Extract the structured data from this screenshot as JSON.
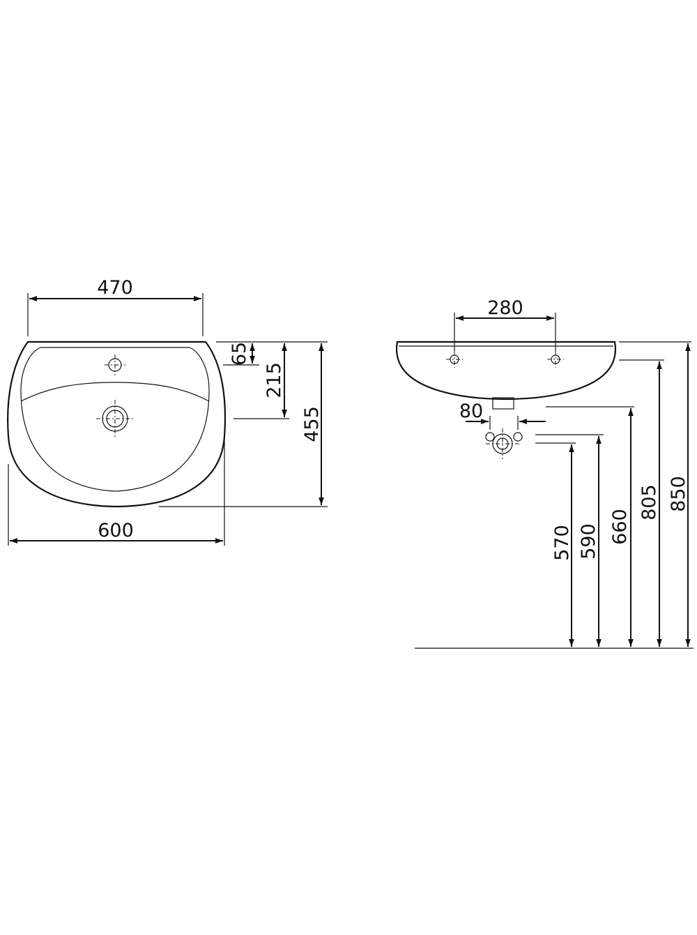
{
  "top_view": {
    "top_width": "470",
    "bottom_width": "600",
    "tap_hole_offset": "65",
    "drain_offset": "215",
    "depth": "455"
  },
  "side_view": {
    "tap_spacing": "280",
    "valve_spacing": "80",
    "heights": [
      "570",
      "590",
      "660",
      "805",
      "850"
    ]
  },
  "colors": {
    "line": "#111111",
    "background": "#ffffff"
  }
}
